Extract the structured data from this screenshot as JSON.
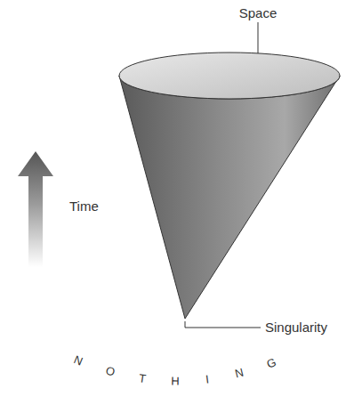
{
  "diagram": {
    "labels": [
      "Space",
      "Time",
      "Singularity",
      "NOTHING"
    ]
  }
}
